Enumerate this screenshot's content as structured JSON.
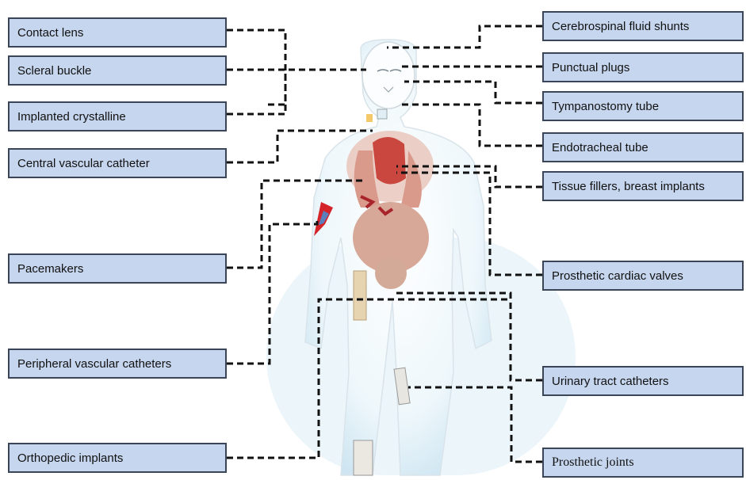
{
  "labels": {
    "contact_lens": "Contact lens",
    "scleral_buckle": "Scleral buckle",
    "implanted_crystalline": "Implanted crystalline",
    "central_vascular_catheter": "Central vascular catheter",
    "pacemakers": "Pacemakers",
    "peripheral_vascular_catheters": "Peripheral vascular catheters",
    "orthopedic_implants": "Orthopedic implants",
    "csf_shunts": "Cerebrospinal fluid shunts",
    "punctual_plugs": "Punctual plugs",
    "tympanostomy_tube": "Tympanostomy tube",
    "endotracheal_tube": "Endotracheal tube",
    "tissue_fillers": "Tissue fillers, breast implants",
    "prosthetic_valves": "Prosthetic cardiac valves",
    "urinary_catheters": "Urinary tract catheters",
    "prosthetic_joints": "Prosthetic joints"
  },
  "colors": {
    "label_fill": "#c6d6ee",
    "label_border": "#3a4658",
    "connector": "#111111",
    "body_glow": "#cfe6f2",
    "organs": "#c98a7a",
    "heart": "#c9473e",
    "implant": "#d9c7a0",
    "pacemaker": "#d4242a"
  }
}
